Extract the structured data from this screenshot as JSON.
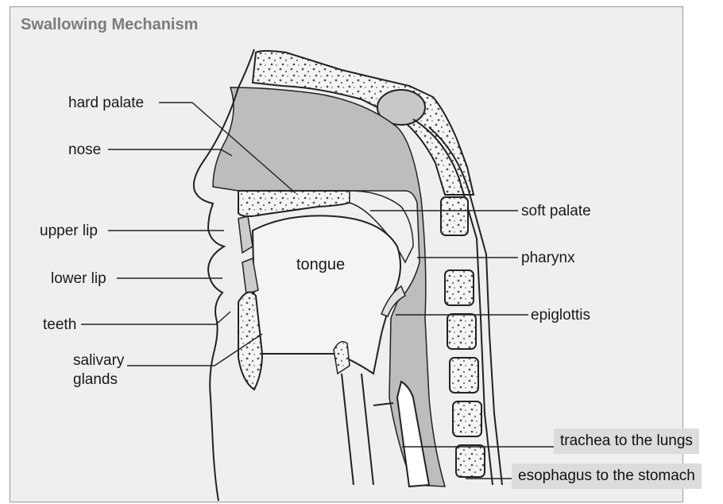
{
  "title": "Swallowing Mechanism",
  "labels": {
    "hard_palate": "hard palate",
    "nose": "nose",
    "upper_lip": "upper lip",
    "lower_lip": "lower lip",
    "teeth": "teeth",
    "salivary_glands_1": "salivary",
    "salivary_glands_2": "glands",
    "tongue": "tongue",
    "soft_palate": "soft palate",
    "pharynx": "pharynx",
    "epiglottis": "epiglottis",
    "trachea": "trachea to the lungs",
    "esophagus": "esophagus to the stomach"
  }
}
